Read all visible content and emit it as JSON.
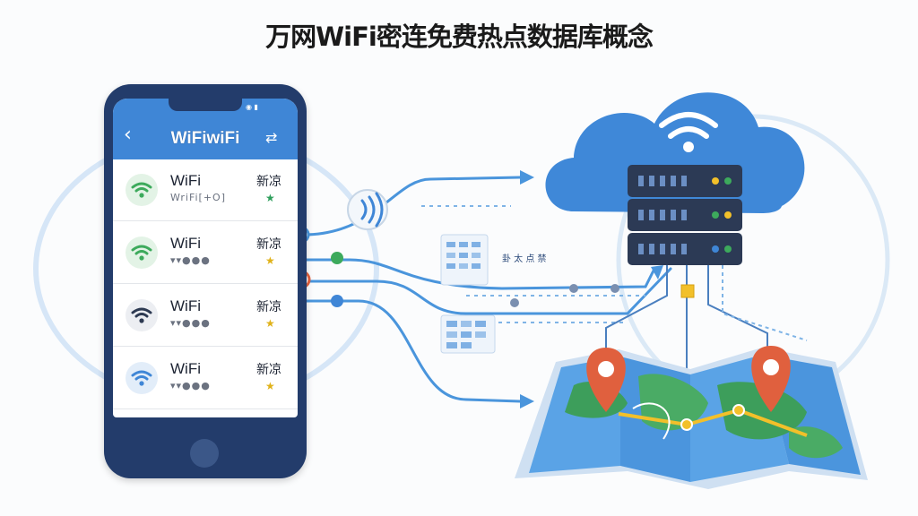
{
  "title": "万网WiFi密连免费热点数据库概念",
  "phone": {
    "app_title": "WiFiwiFi",
    "back_icon": "chevron-left-icon",
    "menu_icon": "menu-icon",
    "rows": [
      {
        "name": "WiFi",
        "sub": "WriFi[+O]",
        "tag": "新凉",
        "star_color": "#2e9e5b",
        "badge_color": "#3daa5c",
        "badge_bg": "#e3f3e6"
      },
      {
        "name": "WiFi",
        "sub": "▾▾●●●",
        "tag": "新凉",
        "star_color": "#e0b21a",
        "badge_color": "#3daa5c",
        "badge_bg": "#e3f3e6"
      },
      {
        "name": "WiFi",
        "sub": "▾▾●●●",
        "tag": "新凉",
        "star_color": "#e0b21a",
        "badge_color": "#2d3a52",
        "badge_bg": "#eceef2"
      },
      {
        "name": "WiFi",
        "sub": "▾▾●●●",
        "tag": "新凉",
        "star_color": "#e0b21a",
        "badge_color": "#3f86d6",
        "badge_bg": "#e2edf9"
      }
    ]
  },
  "labels": {
    "data_note": "卦 太 点 禁"
  },
  "colors": {
    "primary_blue": "#3f86d6",
    "phone_frame": "#233c6b",
    "server": "#2c3a55",
    "map_water": "#5aa3e6",
    "map_land": "#3d9e5b",
    "pin": "#e0603e",
    "route": "#f2c02a"
  }
}
